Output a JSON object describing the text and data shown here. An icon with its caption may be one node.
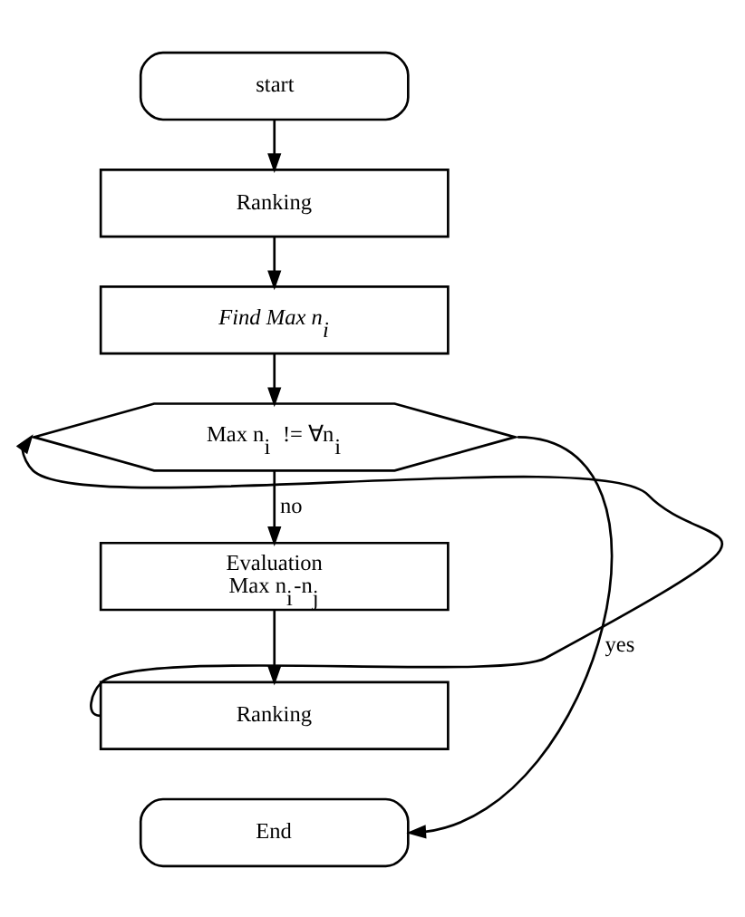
{
  "diagram": {
    "nodes": [
      {
        "text": [
          "start"
        ]
      },
      {
        "text": [
          "Ranking"
        ]
      },
      {
        "text": [
          "Find Max n$_{i}$"
        ]
      },
      {
        "text": [
          "Max n$_{i}$ != ∀n$_{i}$"
        ]
      },
      {
        "text": [
          "Evaluation Max n$_{i}$-n$_{j}$"
        ]
      },
      {
        "text": [
          "Ranking"
        ]
      },
      {
        "text": [
          "End"
        ]
      }
    ],
    "edges": [
      {
        "from": 0,
        "to": 1,
        "arrow": "to"
      },
      {
        "from": 1,
        "to": 2,
        "arrow": "to"
      },
      {
        "from": 2,
        "to": 3,
        "arrow": "to"
      },
      {
        "from": 3,
        "to": 4,
        "label": "no",
        "arrow": "to"
      },
      {
        "from": 4,
        "to": 5,
        "arrow": "to"
      },
      {
        "from": 5,
        "to": 3,
        "arrow": "to"
      },
      {
        "from": 3,
        "to": 6,
        "label": "yes",
        "arrow": "to"
      }
    ]
  }
}
